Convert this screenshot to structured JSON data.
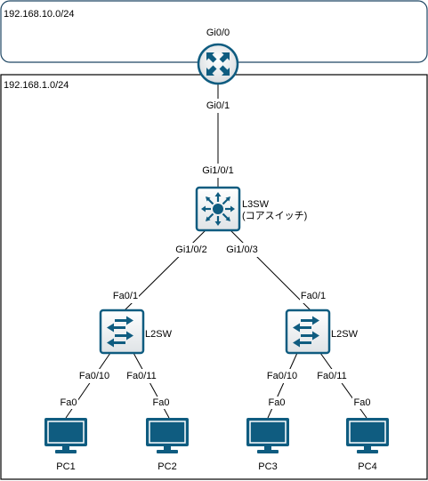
{
  "networks": {
    "wan": "192.168.10.0/24",
    "lan": "192.168.1.0/24"
  },
  "router": {
    "port_top": "Gi0/0",
    "port_bottom": "Gi0/1",
    "icon": "router-icon"
  },
  "l3sw": {
    "name": "L3SW",
    "subtitle": "(コアスイッチ)",
    "port_up": "Gi1/0/1",
    "port_left": "Gi1/0/2",
    "port_right": "Gi1/0/3",
    "icon": "multilayer-switch-icon"
  },
  "l2sw_left": {
    "name": "L2SW",
    "port_up": "Fa0/1",
    "port_left": "Fa0/10",
    "port_right": "Fa0/11",
    "icon": "switch-icon"
  },
  "l2sw_right": {
    "name": "L2SW",
    "port_up": "Fa0/1",
    "port_left": "Fa0/10",
    "port_right": "Fa0/11",
    "icon": "switch-icon"
  },
  "pcs": [
    {
      "name": "PC1",
      "port": "Fa0",
      "icon": "pc-monitor-icon"
    },
    {
      "name": "PC2",
      "port": "Fa0",
      "icon": "pc-monitor-icon"
    },
    {
      "name": "PC3",
      "port": "Fa0",
      "icon": "pc-monitor-icon"
    },
    {
      "name": "PC4",
      "port": "Fa0",
      "icon": "pc-monitor-icon"
    }
  ],
  "colors": {
    "device_blue": "#0f5c80",
    "wan_border": "#1e4663",
    "lan_border": "#000000",
    "link": "#000000"
  }
}
